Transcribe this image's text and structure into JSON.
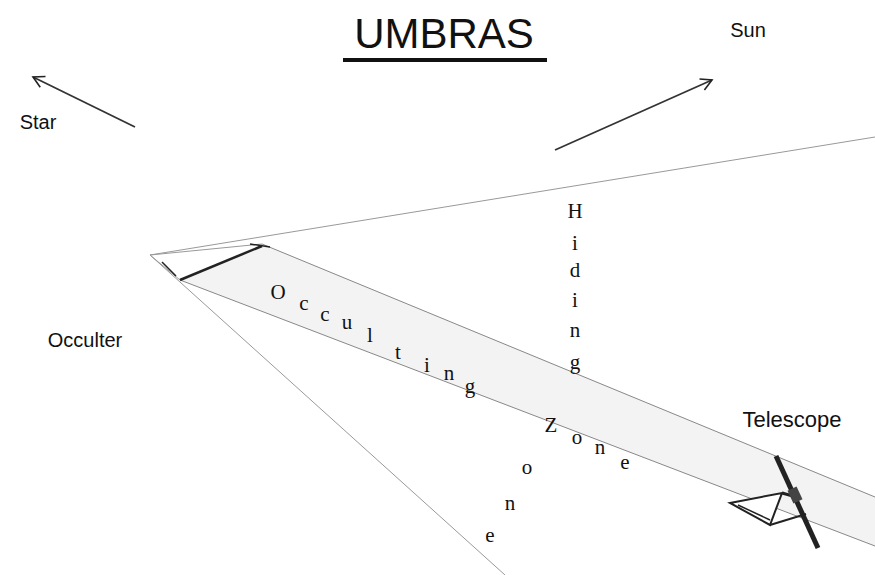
{
  "diagram": {
    "title": "UMBRAS",
    "labels": [
      "Star",
      "Sun",
      "Occulter",
      "Occulting Zone",
      "Hiding",
      "one",
      "Telescope"
    ]
  }
}
